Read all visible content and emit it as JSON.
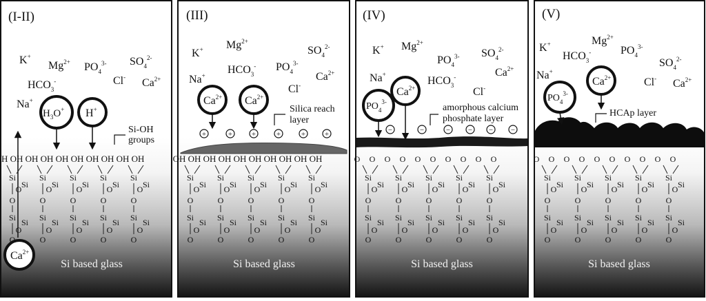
{
  "panels": [
    {
      "title": "(I-II)",
      "ions": [
        {
          "base": "K",
          "sup": "+"
        },
        {
          "base": "Mg",
          "sup": "2+"
        },
        {
          "base": "PO",
          "sub": "4",
          "sup": "3-"
        },
        {
          "base": "SO",
          "sub": "4",
          "sup": "2-"
        },
        {
          "base": "HCO",
          "sub": "3",
          "sup": "-"
        },
        {
          "base": "Cl",
          "sup": "-"
        },
        {
          "base": "Ca",
          "sup": "2+"
        },
        {
          "base": "Na",
          "sup": "+"
        }
      ],
      "circled": [
        {
          "base": "H",
          "sub": "3",
          "mid": "O",
          "sup": "+"
        },
        {
          "base": "H",
          "sup": "+"
        },
        {
          "base": "Ca",
          "sup": "2+"
        }
      ],
      "label": [
        "Si-OH",
        "groups"
      ],
      "surface": "OH",
      "glass": "Si based glass"
    },
    {
      "title": "(III)",
      "ions": [
        {
          "base": "K",
          "sup": "+"
        },
        {
          "base": "Mg",
          "sup": "2+"
        },
        {
          "base": "SO",
          "sub": "4",
          "sup": "2-"
        },
        {
          "base": "HCO",
          "sub": "3",
          "sup": "-"
        },
        {
          "base": "PO",
          "sub": "4",
          "sup": "3-"
        },
        {
          "base": "Na",
          "sup": "+"
        },
        {
          "base": "Ca",
          "sup": "2+"
        },
        {
          "base": "Cl",
          "sup": "-"
        }
      ],
      "circled": [
        {
          "base": "Ca",
          "sup": "2+"
        },
        {
          "base": "Ca",
          "sup": "2+"
        }
      ],
      "label": [
        "Silica reach",
        "layer"
      ],
      "charge": "+",
      "surface": "OH",
      "glass": "Si based glass"
    },
    {
      "title": "(IV)",
      "ions": [
        {
          "base": "K",
          "sup": "+"
        },
        {
          "base": "Mg",
          "sup": "2+"
        },
        {
          "base": "PO",
          "sub": "4",
          "sup": "3-"
        },
        {
          "base": "SO",
          "sub": "4",
          "sup": "2-"
        },
        {
          "base": "Na",
          "sup": "+"
        },
        {
          "base": "HCO",
          "sub": "3",
          "sup": "-"
        },
        {
          "base": "Ca",
          "sup": "2+"
        },
        {
          "base": "Cl",
          "sup": "-"
        }
      ],
      "circled": [
        {
          "base": "PO",
          "sub": "4",
          "sup": "3-"
        },
        {
          "base": "Ca",
          "sup": "2+"
        }
      ],
      "label": [
        "amorphous calcium",
        "phosphate layer"
      ],
      "charge": "−",
      "glass": "Si based glass"
    },
    {
      "title": "(V)",
      "ions": [
        {
          "base": "K",
          "sup": "+"
        },
        {
          "base": "Mg",
          "sup": "2+"
        },
        {
          "base": "HCO",
          "sub": "3",
          "sup": "-"
        },
        {
          "base": "PO",
          "sub": "4",
          "sup": "3-"
        },
        {
          "base": "SO",
          "sub": "4",
          "sup": "2-"
        },
        {
          "base": "Na",
          "sup": "+"
        },
        {
          "base": "Cl",
          "sup": "-"
        },
        {
          "base": "Ca",
          "sup": "2+"
        }
      ],
      "circled": [
        {
          "base": "PO",
          "sub": "4",
          "sup": "3-"
        },
        {
          "base": "Ca",
          "sup": "2+"
        }
      ],
      "label": [
        "HCAp layer"
      ],
      "glass": "Si based glass"
    }
  ],
  "lattice": {
    "si": "Si",
    "o": "O"
  }
}
